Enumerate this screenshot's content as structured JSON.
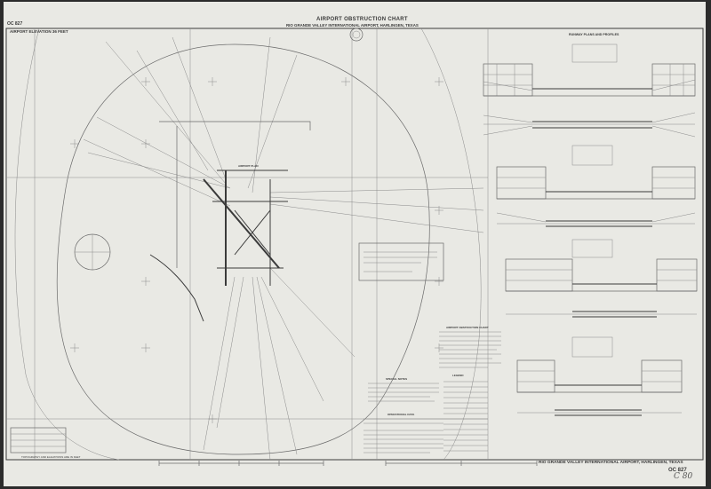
{
  "chart": {
    "title": "AIRPORT OBSTRUCTION CHART",
    "subtitle": "RIO GRANDE VALLEY INTERNATIONAL AIRPORT, HARLINGEN, TEXAS",
    "sheet_number": "OC 827",
    "elevation_label": "AIRPORT ELEVATION 36 FEET",
    "profiles_heading": "RUNWAY PLANS AND PROFILES",
    "bottom_right_title": "RIO GRANDE VALLEY INTERNATIONAL AIRPORT, HARLINGEN, TEXAS",
    "bottom_left_note": "TOPOGRAPHY AND ELEVATIONS ARE IN FEET",
    "special_notes_heading": "SPECIAL NOTES",
    "operational_data_heading": "OPERATIONAL DATA",
    "legend_heading": "LEGEND",
    "obstruction_chart_heading": "AIRPORT OBSTRUCTION CHART",
    "airport_plan_label": "AIRPORT PLAN",
    "handwritten_stamp": "C  80"
  },
  "colors": {
    "border": "#1e1e1e",
    "paper": "#e9e9e4",
    "ink": "#3a3a3a",
    "line": "#7a7a7a"
  }
}
